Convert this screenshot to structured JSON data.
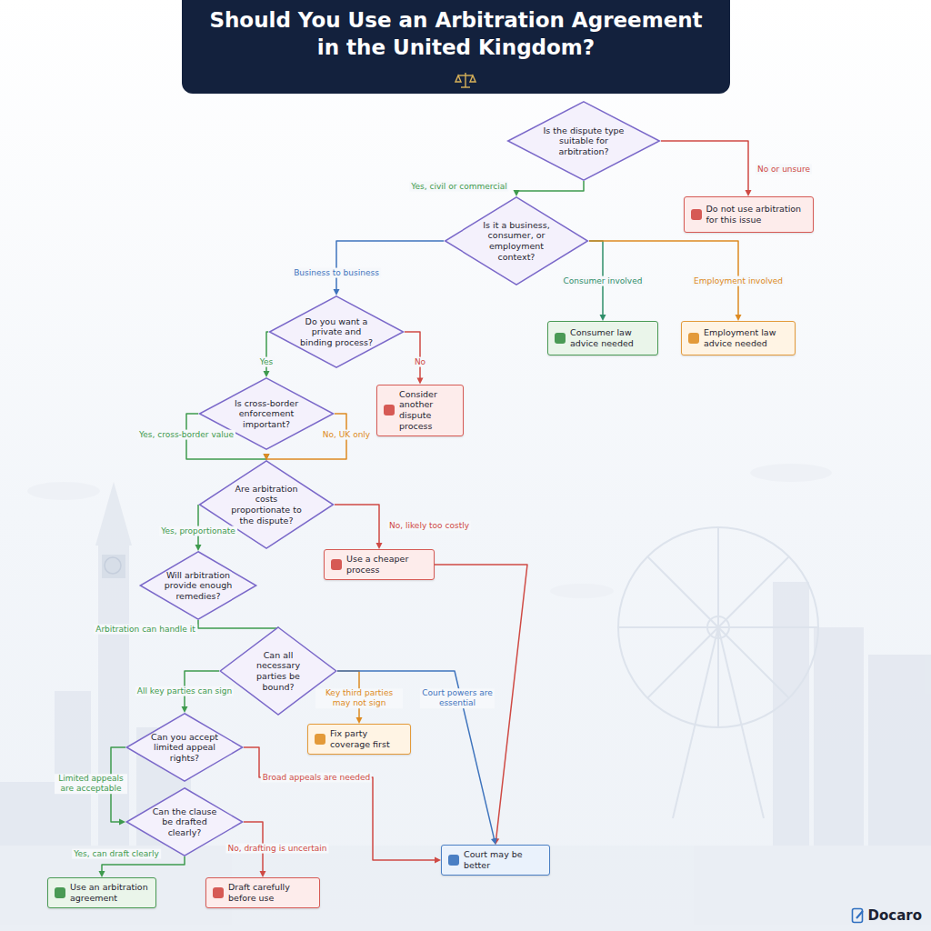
{
  "diagram": {
    "title": "Should You Use an Arbitration Agreement in the United Kingdom?",
    "nodes": [
      {
        "text": [
          "Is the dispute type suitable for arbitration?"
        ]
      },
      {
        "text": [
          "Do not use arbitration for this issue"
        ]
      },
      {
        "text": [
          "Is it a business, consumer, or employment context?"
        ]
      },
      {
        "text": [
          "Consumer law advice needed"
        ]
      },
      {
        "text": [
          "Employment law advice needed"
        ]
      },
      {
        "text": [
          "Do you want a private and binding process?"
        ]
      },
      {
        "text": [
          "Consider another dispute process"
        ]
      },
      {
        "text": [
          "Is cross-border enforcement important?"
        ]
      },
      {
        "text": [
          "Are arbitration costs proportionate to the dispute?"
        ]
      },
      {
        "text": [
          "Use a cheaper process"
        ]
      },
      {
        "text": [
          "Will arbitration provide enough remedies?"
        ]
      },
      {
        "text": [
          "Can all necessary parties be bound?"
        ]
      },
      {
        "text": [
          "Fix party coverage first"
        ]
      },
      {
        "text": [
          "Can you accept limited appeal rights?"
        ]
      },
      {
        "text": [
          "Can the clause be drafted clearly?"
        ]
      },
      {
        "text": [
          "Use an arbitration agreement"
        ]
      },
      {
        "text": [
          "Draft carefully before use"
        ]
      },
      {
        "text": [
          "Court may be better"
        ]
      }
    ],
    "edges": [
      {
        "from": 0,
        "to": 2,
        "label": "Yes, civil or commercial",
        "arrow": "to"
      },
      {
        "from": 0,
        "to": 1,
        "label": "No or unsure",
        "arrow": "to"
      },
      {
        "from": 2,
        "to": 5,
        "label": "Business to business",
        "arrow": "to"
      },
      {
        "from": 2,
        "to": 3,
        "label": "Consumer involved",
        "arrow": "to"
      },
      {
        "from": 2,
        "to": 4,
        "label": "Employment involved",
        "arrow": "to"
      },
      {
        "from": 5,
        "to": 7,
        "label": "Yes",
        "arrow": "to"
      },
      {
        "from": 5,
        "to": 6,
        "label": "No",
        "arrow": "to"
      },
      {
        "from": 7,
        "to": 8,
        "label": "Yes, cross-border value",
        "arrow": "to"
      },
      {
        "from": 7,
        "to": 8,
        "label": "No, UK only",
        "arrow": "to"
      },
      {
        "from": 8,
        "to": 10,
        "label": "Yes, proportionate",
        "arrow": "to"
      },
      {
        "from": 8,
        "to": 9,
        "label": "No, likely too costly",
        "arrow": "to"
      },
      {
        "from": 9,
        "to": 17,
        "arrow": "to"
      },
      {
        "from": 10,
        "to": 11,
        "label": "Arbitration can handle it",
        "arrow": "to"
      },
      {
        "from": 11,
        "to": 13,
        "label": "All key parties can sign",
        "arrow": "to"
      },
      {
        "from": 11,
        "to": 12,
        "label": "Key third parties may not sign",
        "arrow": "to"
      },
      {
        "from": 11,
        "to": 17,
        "label": "Court powers are essential",
        "arrow": "to"
      },
      {
        "from": 13,
        "to": 14,
        "label": "Limited appeals are acceptable",
        "arrow": "to"
      },
      {
        "from": 13,
        "to": 17,
        "label": "Broad appeals are needed",
        "arrow": "to"
      },
      {
        "from": 14,
        "to": 15,
        "label": "Yes, can draft clearly",
        "arrow": "to"
      },
      {
        "from": 14,
        "to": 16,
        "label": "No, drafting is uncertain",
        "arrow": "to"
      }
    ],
    "labels": [
      "Docaro"
    ]
  }
}
